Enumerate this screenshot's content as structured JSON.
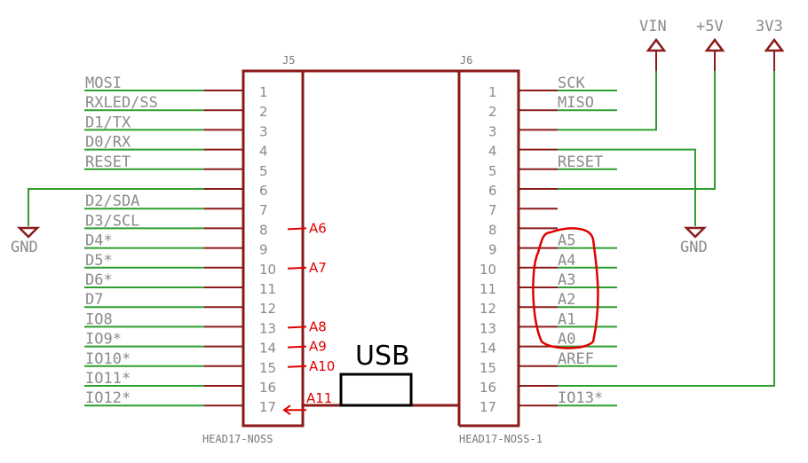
{
  "colors": {
    "pin": "#8b1a1a",
    "net": "#2e9e2e",
    "annotation": "#e00000",
    "text": "#8a8a8a"
  },
  "j5": {
    "name": "J5",
    "part": "HEAD17-NOSS",
    "labels": [
      "MOSI",
      "RXLED/SS",
      "D1/TX",
      "D0/RX",
      "RESET",
      "",
      "D2/SDA",
      "D3/SCL",
      "D4*",
      "D5*",
      "D6*",
      "D7",
      "IO8",
      "IO9*",
      "IO10*",
      "IO11*",
      "IO12*"
    ]
  },
  "j6": {
    "name": "J6",
    "part": "HEAD17-NOSS-1",
    "labels": [
      "SCK",
      "MISO",
      "",
      "",
      "RESET",
      "",
      "",
      "",
      "A5",
      "A4",
      "A3",
      "A2",
      "A1",
      "A0",
      "AREF",
      "",
      "IO13*"
    ]
  },
  "pins": [
    "1",
    "2",
    "3",
    "4",
    "5",
    "6",
    "7",
    "8",
    "9",
    "10",
    "11",
    "12",
    "13",
    "14",
    "15",
    "16",
    "17"
  ],
  "power": {
    "gnd_left": "GND",
    "gnd_right": "GND",
    "vin": "VIN",
    "v5": "+5V",
    "v3": "3V3"
  },
  "annotations": [
    {
      "pin": 8,
      "text": "A6"
    },
    {
      "pin": 10,
      "text": "A7"
    },
    {
      "pin": 13,
      "text": "A8"
    },
    {
      "pin": 14,
      "text": "A9"
    },
    {
      "pin": 15,
      "text": "A10"
    },
    {
      "pin": 17,
      "text": "A11"
    }
  ],
  "usb": "USB"
}
